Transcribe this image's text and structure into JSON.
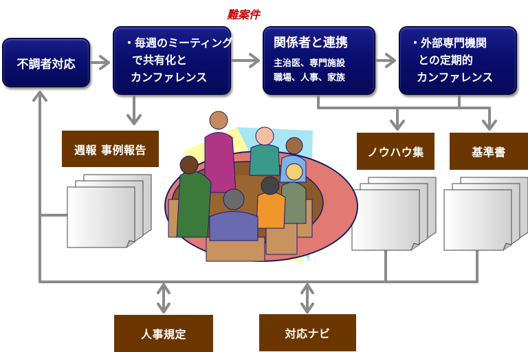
{
  "annotation": {
    "label": "難案件",
    "color": "#c00000"
  },
  "flow_boxes": [
    {
      "id": "box-1",
      "lines": [
        "不調者対応"
      ]
    },
    {
      "id": "box-2",
      "lines": [
        "・毎週のミーティング",
        "で共有化と",
        "カンファレンス"
      ]
    },
    {
      "id": "box-3",
      "title": "関係者と連携",
      "lines": [
        "主治医、専門施設",
        "職場、人事、家族"
      ]
    },
    {
      "id": "box-4",
      "lines": [
        "・外部専門機関",
        "との定期的",
        "カンファレンス"
      ]
    }
  ],
  "output_boxes": [
    {
      "id": "weekly-report",
      "label": "週報 事例報告"
    },
    {
      "id": "knowhow",
      "label": "ノウハウ集"
    },
    {
      "id": "standards",
      "label": "基準書"
    }
  ],
  "bottom_boxes": [
    {
      "id": "hr-rules",
      "label": "人事規定"
    },
    {
      "id": "response-navi",
      "label": "対応ナビ"
    }
  ],
  "illustration": {
    "icon": "meeting-illustration",
    "description": "people meeting around a table"
  },
  "colors": {
    "navy": "#0a0e6e",
    "brown": "#6b3600",
    "connector": "#8a8a8a"
  }
}
